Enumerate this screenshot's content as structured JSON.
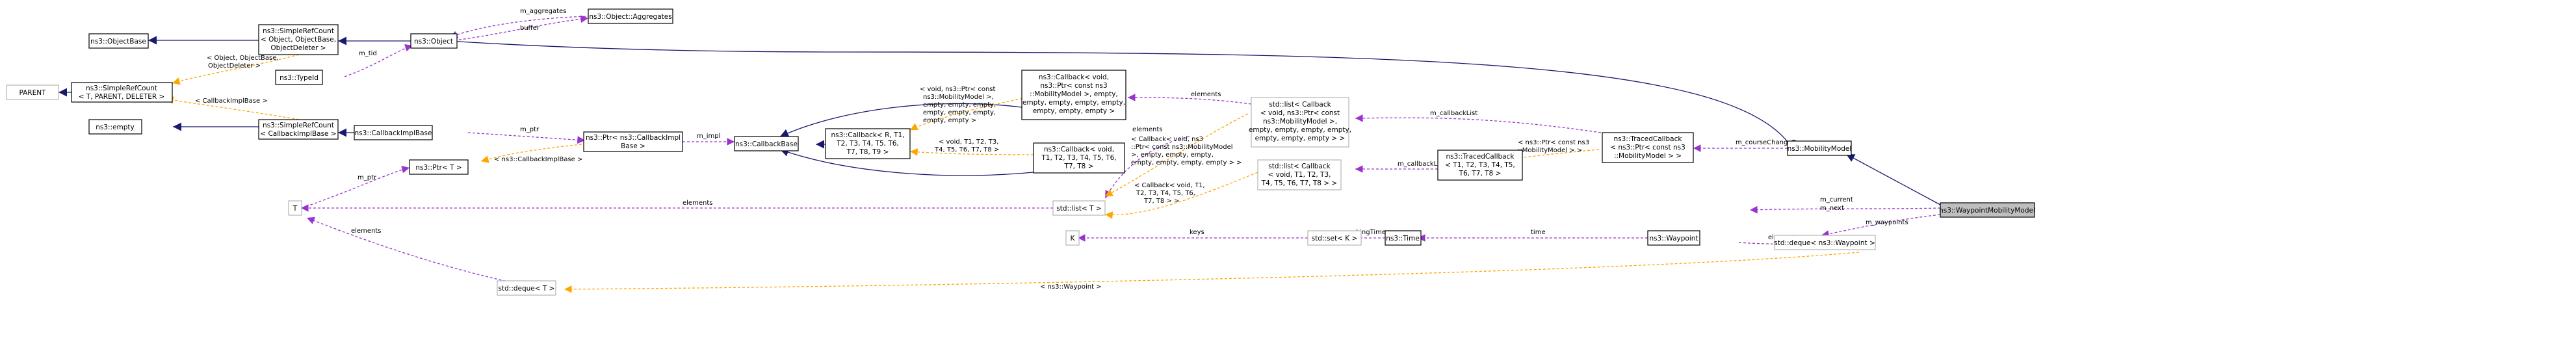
{
  "nodes": {
    "parent": {
      "lines": [
        "PARENT"
      ]
    },
    "objectbase": {
      "lines": [
        "ns3::ObjectBase"
      ]
    },
    "empty": {
      "lines": [
        "ns3::empty"
      ]
    },
    "srcTPD": {
      "lines": [
        "ns3::SimpleRefCount",
        "< T, PARENT, DELETER >"
      ]
    },
    "srcObject": {
      "lines": [
        "ns3::SimpleRefCount",
        "< Object, ObjectBase,",
        "ObjectDeleter >"
      ]
    },
    "srcCallback": {
      "lines": [
        "ns3::SimpleRefCount",
        "< CallbackImplBase >"
      ]
    },
    "typeid": {
      "lines": [
        "ns3::TypeId"
      ]
    },
    "ptrT": {
      "lines": [
        "ns3::Ptr< T >"
      ]
    },
    "T": {
      "lines": [
        "T"
      ]
    },
    "aggregates": {
      "lines": [
        "ns3::Object::Aggregates"
      ]
    },
    "object": {
      "lines": [
        "ns3::Object"
      ]
    },
    "callbackImplBase": {
      "lines": [
        "ns3::CallbackImplBase"
      ]
    },
    "ptrCallbackImplBase": {
      "lines": [
        "ns3::Ptr< ns3::CallbackImpl",
        "Base >"
      ]
    },
    "callbackBase": {
      "lines": [
        "ns3::CallbackBase"
      ]
    },
    "callbackR": {
      "lines": [
        "ns3::Callback< R, T1,",
        "T2, T3, T4, T5, T6,",
        "T7, T8, T9 >"
      ]
    },
    "callbackVoidMM": {
      "lines": [
        "ns3::Callback< void,",
        "ns3::Ptr< const ns3",
        "::MobilityModel >, empty,",
        "empty, empty, empty, empty,",
        "empty, empty, empty >"
      ]
    },
    "callbackVoidT": {
      "lines": [
        "ns3::Callback< void,",
        "T1, T2, T3, T4, T5, T6,",
        "T7, T8 >"
      ]
    },
    "stdlistT": {
      "lines": [
        "std::list< T >"
      ]
    },
    "stdlistCbMM": {
      "lines": [
        "std::list< Callback",
        "< void, ns3::Ptr< const",
        "ns3::MobilityModel >,",
        "empty, empty, empty, empty,",
        "empty, empty, empty > >"
      ]
    },
    "stdlistCbT": {
      "lines": [
        "std::list< Callback",
        "< void, T1, T2, T3,",
        "T4, T5, T6, T7, T8 > >"
      ]
    },
    "tracedCbT": {
      "lines": [
        "ns3::TracedCallback",
        "< T1, T2, T3, T4, T5,",
        "T6, T7, T8 >"
      ]
    },
    "tracedCbMM": {
      "lines": [
        "ns3::TracedCallback",
        "< ns3::Ptr< const ns3",
        "::MobilityModel > >"
      ]
    },
    "mobilityModel": {
      "lines": [
        "ns3::MobilityModel"
      ]
    },
    "waypointMM": {
      "lines": [
        "ns3::WaypointMobilityModel"
      ]
    },
    "K": {
      "lines": [
        "K"
      ]
    },
    "stdsetK": {
      "lines": [
        "std::set< K >"
      ]
    },
    "time": {
      "lines": [
        "ns3::Time"
      ]
    },
    "waypoint": {
      "lines": [
        "ns3::Waypoint"
      ]
    },
    "stddequeT": {
      "lines": [
        "std::deque< T >"
      ]
    },
    "stddequeWaypoint": {
      "lines": [
        "std::deque< ns3::Waypoint >"
      ]
    }
  },
  "edges": {
    "parent_srcTPD": {
      "lines": []
    },
    "objectbase_srcObject": {
      "lines": []
    },
    "empty_srcCallback": {
      "lines": []
    },
    "srcObject_object": {
      "lines": []
    },
    "typeid_object": {
      "lines": [
        "m_tid"
      ]
    },
    "aggregates_object": {
      "lines": [
        "buffer"
      ]
    },
    "object_aggregates": {
      "lines": [
        "m_aggregates"
      ]
    },
    "srcTPD_srcObject": {
      "lines": [
        "< Object, ObjectBase,",
        "ObjectDeleter >"
      ]
    },
    "srcTPD_srcCallback": {
      "lines": [
        "< CallbackImplBase >"
      ]
    },
    "srcCallback_callbackImplBase": {
      "lines": []
    },
    "callbackImplBase_ptr": {
      "lines": [
        "m_ptr"
      ]
    },
    "ptrCbImpl_callbackBase": {
      "lines": [
        "m_impl"
      ]
    },
    "ptrT_ptrCbImpl": {
      "lines": [
        "< ns3::CallbackImplBase >"
      ]
    },
    "T_ptrT": {
      "lines": [
        "m_ptr"
      ]
    },
    "callbackBase_callbackR": {
      "lines": []
    },
    "callbackBase_callbackVoidMM": {
      "lines": []
    },
    "callbackBase_callbackVoidT": {
      "lines": []
    },
    "callbackR_callbackVoidMM": {
      "lines": [
        "< void, ns3::Ptr< const",
        "ns3::MobilityModel >,",
        "empty, empty, empty,",
        "empty, empty, empty,",
        "empty, empty >"
      ]
    },
    "callbackR_callbackVoidT": {
      "lines": [
        "< void, T1, T2, T3,",
        "T4, T5, T6, T7, T8 >"
      ]
    },
    "callbackVoidMM_stdlistCbMM": {
      "lines": [
        "elements"
      ]
    },
    "callbackVoidT_stdlistT": {
      "lines": [
        "elements"
      ]
    },
    "T_stdlistT": {
      "lines": [
        "elements"
      ]
    },
    "stdlistT_stdlistCbMM": {
      "lines": [
        "< Callback< void, ns3",
        "::Ptr< const ns3::MobilityModel",
        ">, empty, empty, empty,",
        "empty, empty, empty, empty > >"
      ]
    },
    "stdlistT_stdlistCbT": {
      "lines": [
        "< Callback< void, T1,",
        "T2, T3, T4, T5, T6,",
        "T7, T8 > >"
      ]
    },
    "stdlistCbMM_tracedCbMM": {
      "lines": [
        "m_callbackList"
      ]
    },
    "stdlistCbT_tracedCbT": {
      "lines": [
        "m_callbackList"
      ]
    },
    "tracedCbT_tracedCbMM": {
      "lines": [
        "< ns3::Ptr< const ns3",
        "::MobilityModel > >"
      ]
    },
    "tracedCbMM_mobilityModel": {
      "lines": [
        "m_courseChangeTrace"
      ]
    },
    "object_mobilityModel": {
      "lines": []
    },
    "mobilityModel_waypointMM": {
      "lines": []
    },
    "waypoint_waypointMM": {
      "lines": [
        "m_current",
        "m_next"
      ]
    },
    "stddequeWaypoint_waypointMM": {
      "lines": [
        "m_waypoints"
      ]
    },
    "K_stdsetK": {
      "lines": [
        "keys"
      ]
    },
    "stdsetK_time": {
      "lines": [
        "g_markingTimes"
      ]
    },
    "time_waypoint": {
      "lines": [
        "time"
      ]
    },
    "waypoint_stddequeWaypoint": {
      "lines": [
        "elements"
      ]
    },
    "T_stddequeT": {
      "lines": [
        "elements"
      ]
    },
    "stddequeT_stddequeWaypoint": {
      "lines": [
        "< ns3::Waypoint >"
      ]
    }
  },
  "colors": {
    "inheritance": "#191970",
    "usage": "#9a32cd",
    "template": "#ffa500",
    "node_border": "#000000",
    "node_border_external": "#b4b4b4",
    "focus_fill": "#bfbfbf"
  }
}
